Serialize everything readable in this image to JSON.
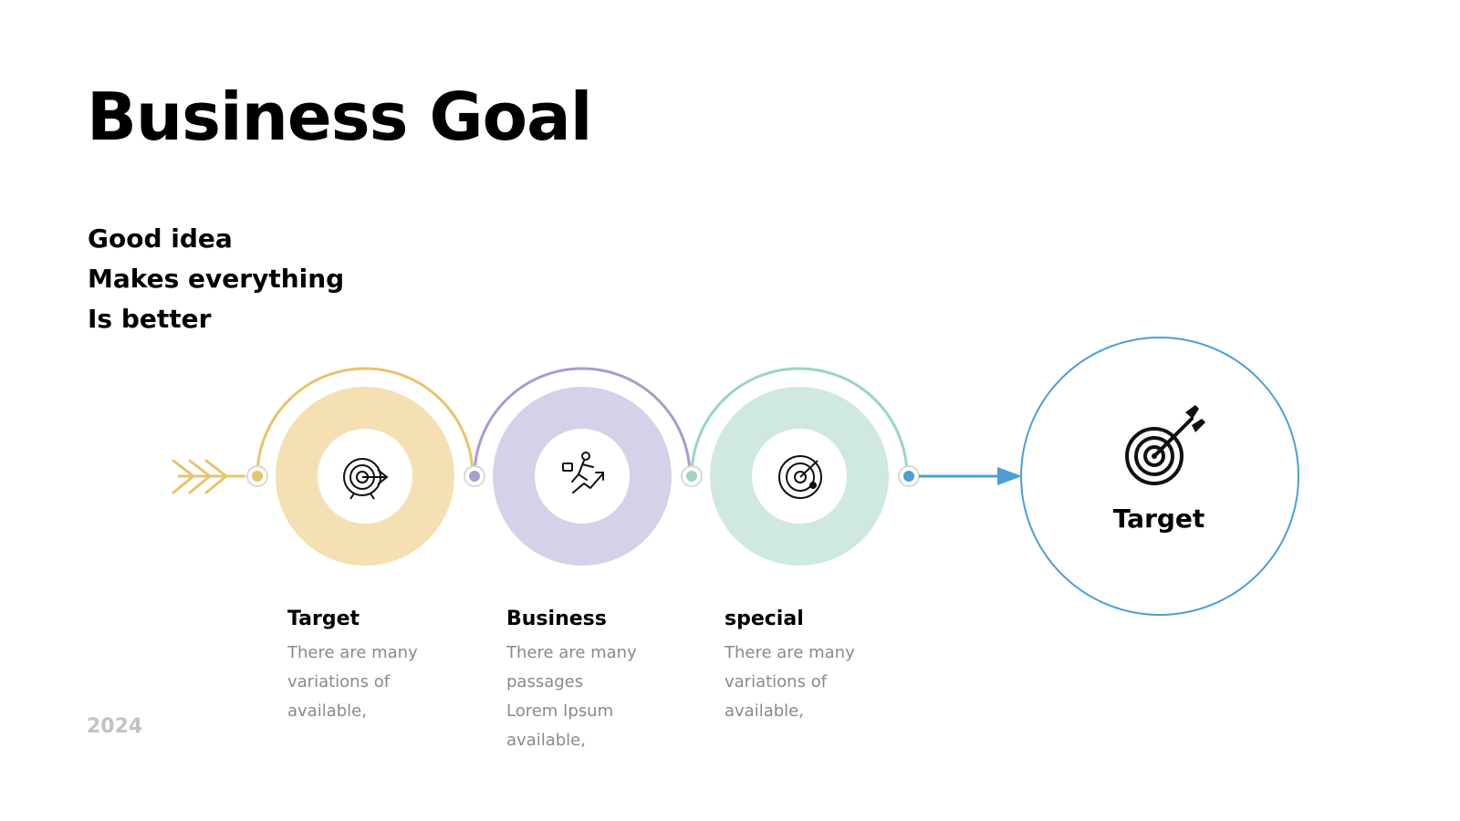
{
  "title": "Business Goal",
  "subtitle_lines": [
    "Good idea",
    "Makes everything",
    "Is better"
  ],
  "year": "2024",
  "steps": [
    {
      "label": "Target",
      "description": [
        "There are many",
        "variations of",
        "available,"
      ],
      "icon": "target-arrow-icon",
      "ring_color": "#f4e0b2",
      "arc_color": "#e8c46c"
    },
    {
      "label": "Business",
      "description": [
        "There are many",
        "passages",
        "Lorem Ipsum",
        "available,"
      ],
      "icon": "businessman-growth-icon",
      "ring_color": "#d6d1e8",
      "arc_color": "#a99cce"
    },
    {
      "label": "special",
      "description": [
        "There are many",
        "variations of",
        "available,"
      ],
      "icon": "radar-icon",
      "ring_color": "#cfe8e1",
      "arc_color": "#9bd4c3"
    }
  ],
  "goal": {
    "label": "Target",
    "icon": "bullseye-arrow-icon",
    "color": "#4b9fd6"
  },
  "colors": {
    "connector": "#4b9fd6",
    "start_chevrons": "#e8c46c",
    "year_text": "#c2c2c2",
    "description_text": "#8a8a8a"
  }
}
